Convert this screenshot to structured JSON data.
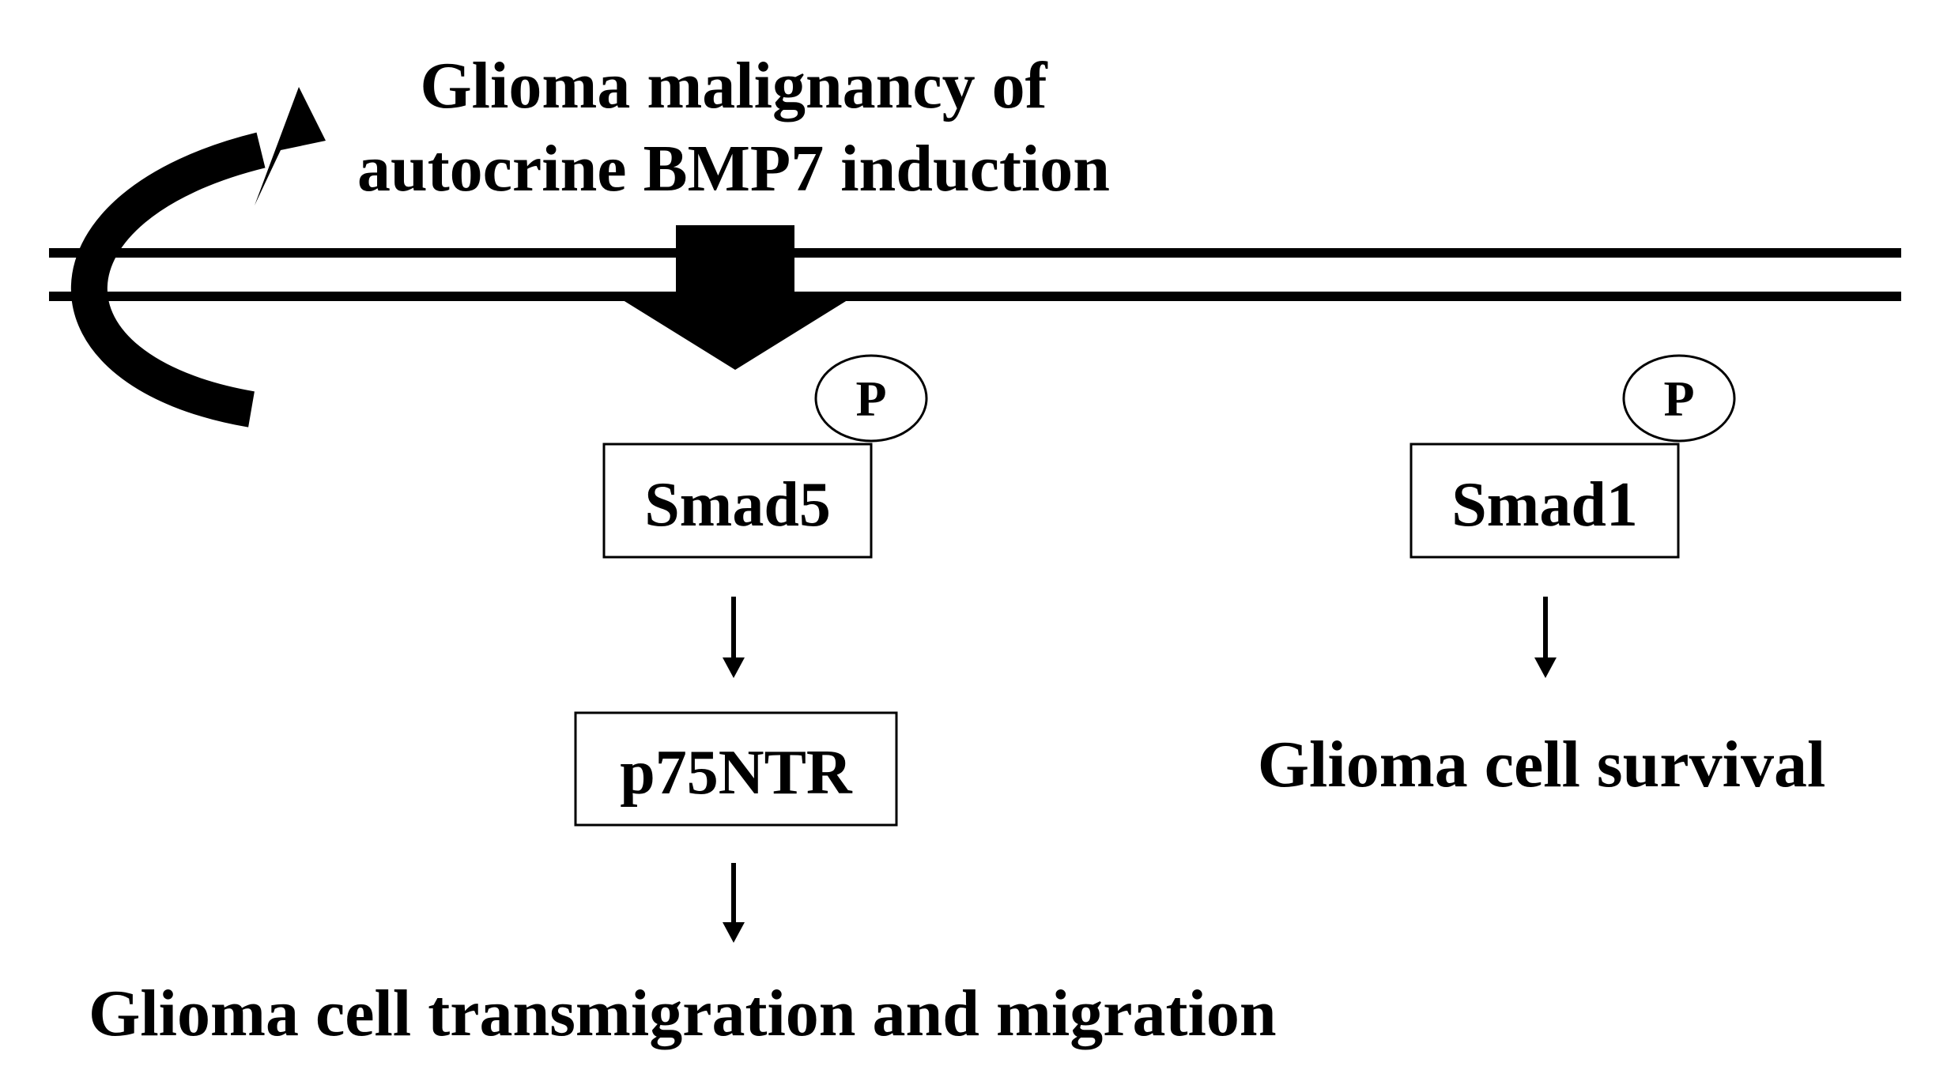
{
  "header": {
    "line1": "Glioma malignancy of",
    "line2": "autocrine BMP7 induction"
  },
  "left_pathway": {
    "phospho": "P",
    "protein": "Smad5",
    "target": "p75NTR",
    "outcome": "Glioma cell transmigration and migration"
  },
  "right_pathway": {
    "phospho": "P",
    "protein": "Smad1",
    "outcome": "Glioma cell survival"
  },
  "colors": {
    "ink": "#000000",
    "background": "#ffffff"
  }
}
